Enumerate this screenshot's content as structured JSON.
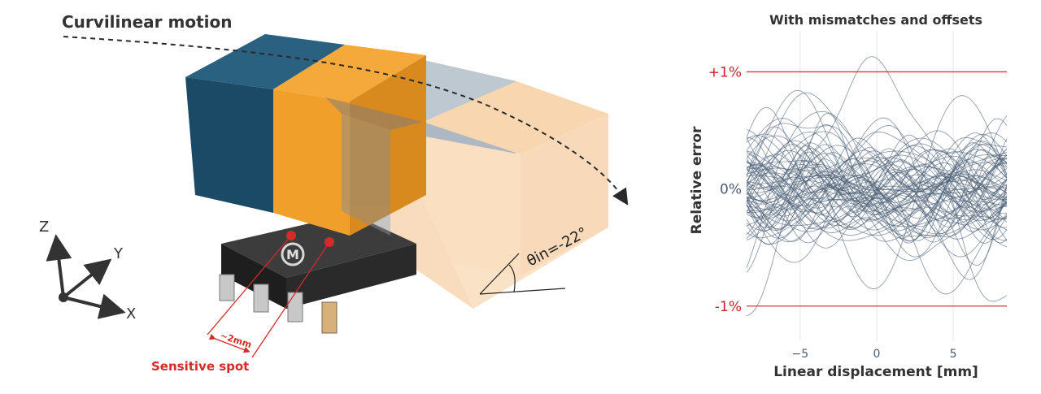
{
  "left": {
    "motion_label": "Curvilinear motion",
    "axis_x": "X",
    "axis_y": "Y",
    "axis_z": "Z",
    "chip_logo": "M",
    "spacing_label": "~2mm",
    "sensitive_label": "Sensitive spot",
    "angle_label": "θin=-22°",
    "colors": {
      "magnet_blue": "#1b4a66",
      "magnet_orange": "#f0a02a",
      "ghost_orange": "#f7c58a",
      "accent_red": "#d42a2a",
      "chip_body": "#2b2b2b"
    }
  },
  "chart_data": {
    "type": "line",
    "title": "With mismatches and offsets",
    "xlabel": "Linear displacement [mm]",
    "ylabel": "Relative error",
    "xlim": [
      -8.5,
      8.5
    ],
    "ylim": [
      -1.3,
      1.35
    ],
    "xticks": [
      -5,
      0,
      5
    ],
    "xtick_labels": [
      "−5",
      "0",
      "5"
    ],
    "yticks": [
      1,
      0,
      -1
    ],
    "ytick_labels": [
      "+1%",
      "0%",
      "-1%"
    ],
    "limit_lines": [
      1,
      -1
    ],
    "limit_color": "#d9363e",
    "series_color": "#4a5d75",
    "series_count": 80,
    "grid": true
  }
}
